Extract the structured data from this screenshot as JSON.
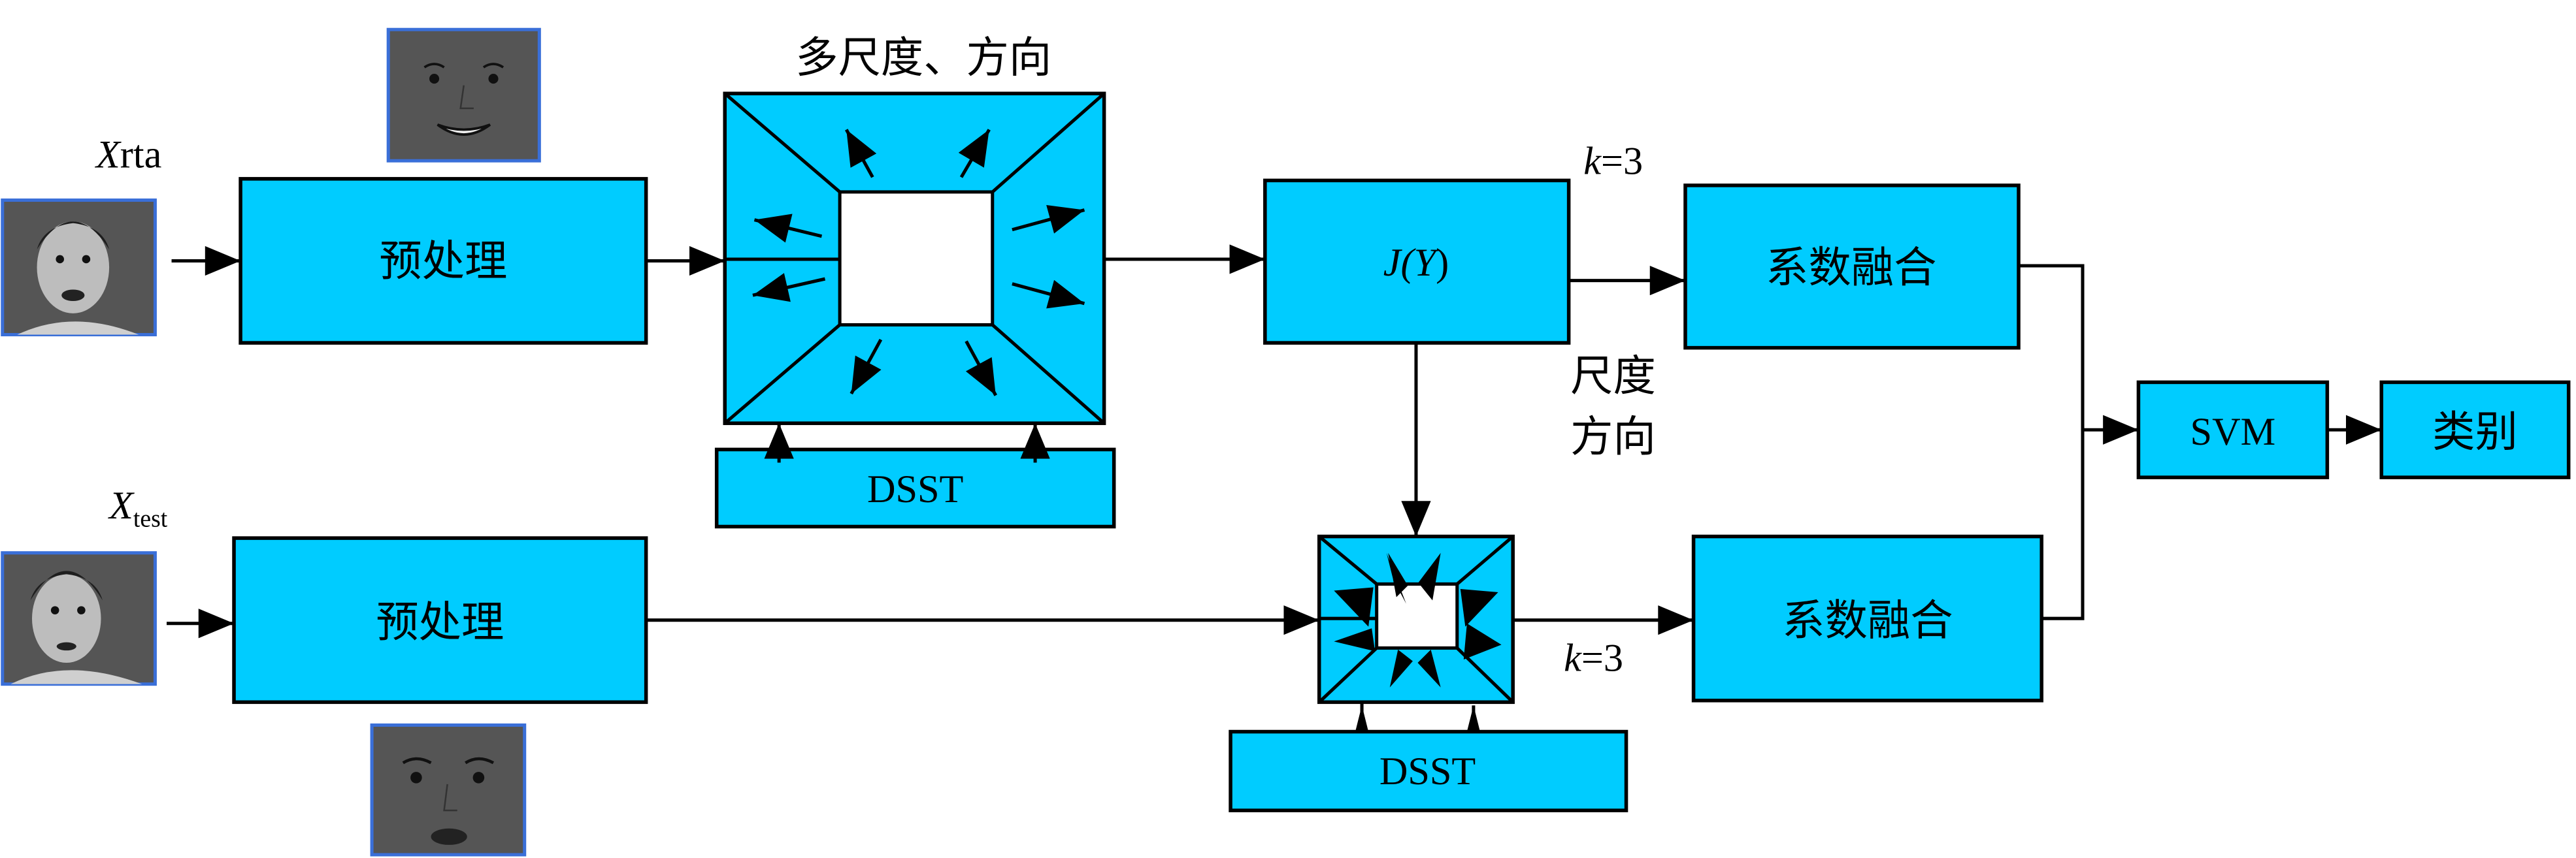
{
  "diagram": {
    "colors": {
      "block_fill": "#00ccff",
      "photo_frame": "#3a6fd8",
      "line": "#000000"
    },
    "inputs": {
      "train_label_main": "X",
      "train_label_rest": "rta",
      "test_label_main": "X",
      "test_label_sub": "test"
    },
    "blocks": {
      "preprocess_top": "预处理",
      "preprocess_bottom": "预处理",
      "multiscale_title": "多尺度、方向",
      "dsst_top": "DSST",
      "dsst_bottom": "DSST",
      "jy_func": "J(",
      "jy_var": "Y",
      "jy_close": ")",
      "fusion_top": "系数融合",
      "fusion_bottom": "系数融合",
      "svm": "SVM",
      "category": "类别"
    },
    "annotations": {
      "k_top_var": "k",
      "k_top_val": "=3",
      "k_bottom_var": "k",
      "k_bottom_val": "=3",
      "scale_label": "尺度",
      "direction_label": "方向"
    },
    "images": {
      "face_train_raw": "face photo (training input, smiling)",
      "face_train_processed": "cropped face (training, preprocessed)",
      "face_test_raw": "face photo (test input)",
      "face_test_processed": "cropped face (test, preprocessed)"
    }
  }
}
